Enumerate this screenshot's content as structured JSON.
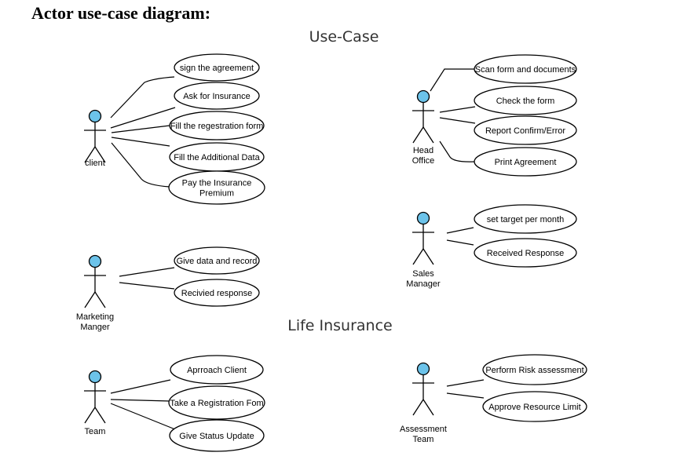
{
  "heading": "Actor use-case diagram:",
  "section_titles": [
    "Use-Case",
    "Life Insurance"
  ],
  "colors": {
    "actor_head": "#6cc3ea",
    "line": "#000000"
  },
  "actors": [
    {
      "id": "client",
      "label_lines": [
        "client"
      ],
      "use_cases": [
        [
          "sign the agreement"
        ],
        [
          "Ask for Insurance"
        ],
        [
          "Fill the regestration form"
        ],
        [
          "Fill the Additional Data"
        ],
        [
          "Pay the Insurance",
          "Premium"
        ]
      ]
    },
    {
      "id": "head-office",
      "label_lines": [
        "Head",
        "Office"
      ],
      "use_cases": [
        [
          "Scan form and documents"
        ],
        [
          "Check the form"
        ],
        [
          "Report Confirm/Error"
        ],
        [
          "Print Agreement"
        ]
      ]
    },
    {
      "id": "sales-manager",
      "label_lines": [
        "Sales",
        "Manager"
      ],
      "use_cases": [
        [
          "set target per month"
        ],
        [
          "Received Response"
        ]
      ]
    },
    {
      "id": "marketing-manager",
      "label_lines": [
        "Marketing",
        "Manger"
      ],
      "use_cases": [
        [
          "Give data and record"
        ],
        [
          "Recivied response"
        ]
      ]
    },
    {
      "id": "team",
      "label_lines": [
        "Team"
      ],
      "use_cases": [
        [
          "Aprroach Client"
        ],
        [
          "Take a Registration Fom"
        ],
        [
          "Give Status Update"
        ]
      ]
    },
    {
      "id": "assessment-team",
      "label_lines": [
        "Assessment",
        "Team"
      ],
      "use_cases": [
        [
          "Perform Risk assessment"
        ],
        [
          "Approve Resource Limit"
        ]
      ]
    }
  ]
}
